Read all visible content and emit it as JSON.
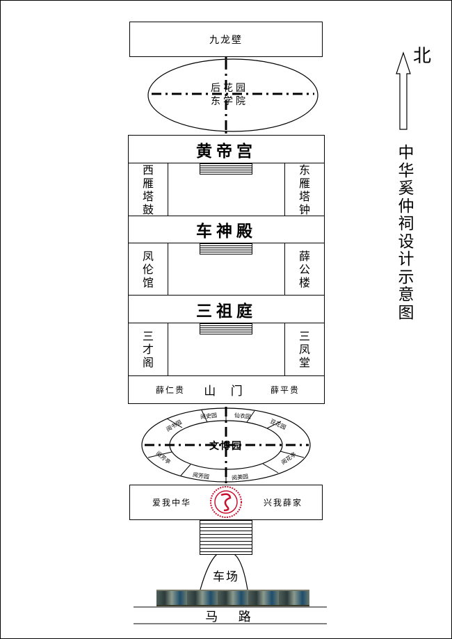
{
  "north_label": "北",
  "title_chars": [
    "中",
    "华",
    "奚",
    "仲",
    "祠",
    "设",
    "计",
    "示",
    "意",
    "图"
  ],
  "wall": "九龙壁",
  "garden_back": [
    "后花园",
    "东学院"
  ],
  "hall1": {
    "name": "黄帝宫",
    "left": [
      "西",
      "雁",
      "塔",
      "鼓"
    ],
    "right": [
      "东",
      "雁",
      "塔",
      "钟"
    ]
  },
  "hall2": {
    "name": "车神殿",
    "left": [
      "凤",
      "伦",
      "馆"
    ],
    "right": [
      "薛",
      "公",
      "楼"
    ]
  },
  "hall3": {
    "name": "三祖庭",
    "left": [
      "三",
      "才",
      "阁"
    ],
    "right": [
      "三",
      "凤",
      "堂"
    ]
  },
  "gate": {
    "left": "薛仁贵",
    "center": "山 门",
    "right": "薛平贵"
  },
  "garden_front": {
    "center": "文博园",
    "ring": [
      "阅史园",
      "仙衣园",
      "豆花园",
      "阅花亭",
      "阅美园",
      "阅芳园",
      "阅芳亭",
      "阅书园"
    ]
  },
  "entrance": {
    "left": "爱我中华",
    "right": "兴我薛家"
  },
  "parking": "车场",
  "road": "马  路"
}
